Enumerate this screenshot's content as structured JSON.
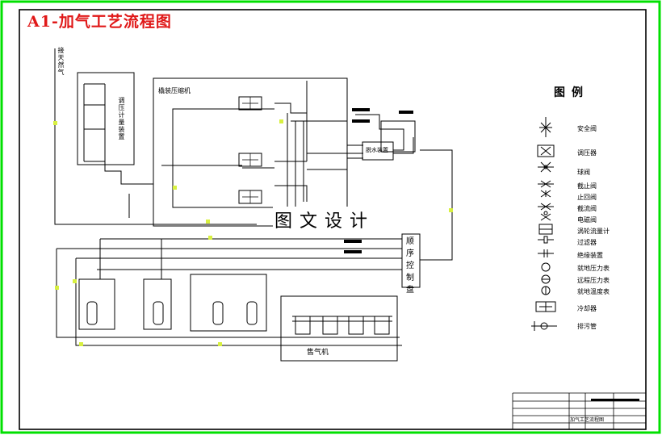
{
  "sheet_title": "A1-加气工艺流程图",
  "labels": {
    "gas_source": "接天然气",
    "metering_skid": "调压计量装置",
    "compressor_skid": "橇装压缩机",
    "dryer": "脱水装置",
    "control_panel": "顺序控制盘",
    "dispenser": "售气机",
    "watermark": "图文设计"
  },
  "legend": {
    "title": "图例",
    "items": [
      {
        "icon": "safety-valve-icon",
        "label": "安全阀"
      },
      {
        "icon": "pressure-regulator-icon",
        "label": "调压器"
      },
      {
        "icon": "ball-valve-icon",
        "label": "球阀"
      },
      {
        "icon": "globe-valve-icon",
        "label": "截止阀"
      },
      {
        "icon": "check-valve-icon",
        "label": "止回阀"
      },
      {
        "icon": "throttle-valve-icon",
        "label": "截流阀"
      },
      {
        "icon": "solenoid-valve-icon",
        "label": "电磁阀"
      },
      {
        "icon": "turbine-flowmeter-icon",
        "label": "涡轮流量计"
      },
      {
        "icon": "filter-icon",
        "label": "过滤器"
      },
      {
        "icon": "insulation-device-icon",
        "label": "绝缘装置"
      },
      {
        "icon": "local-pressure-gauge-icon",
        "label": "就地压力表"
      },
      {
        "icon": "remote-pressure-gauge-icon",
        "label": "远程压力表"
      },
      {
        "icon": "local-thermometer-icon",
        "label": "就地温度表"
      },
      {
        "icon": "cooler-icon",
        "label": "冷却器"
      },
      {
        "icon": "drain-pipe-icon",
        "label": "排污管"
      }
    ]
  },
  "title_block": {
    "drawing_name": "加气工艺流程图"
  },
  "colors": {
    "border": "#00e000",
    "title": "#e01818",
    "line": "#000000",
    "node": "#d8f040"
  }
}
